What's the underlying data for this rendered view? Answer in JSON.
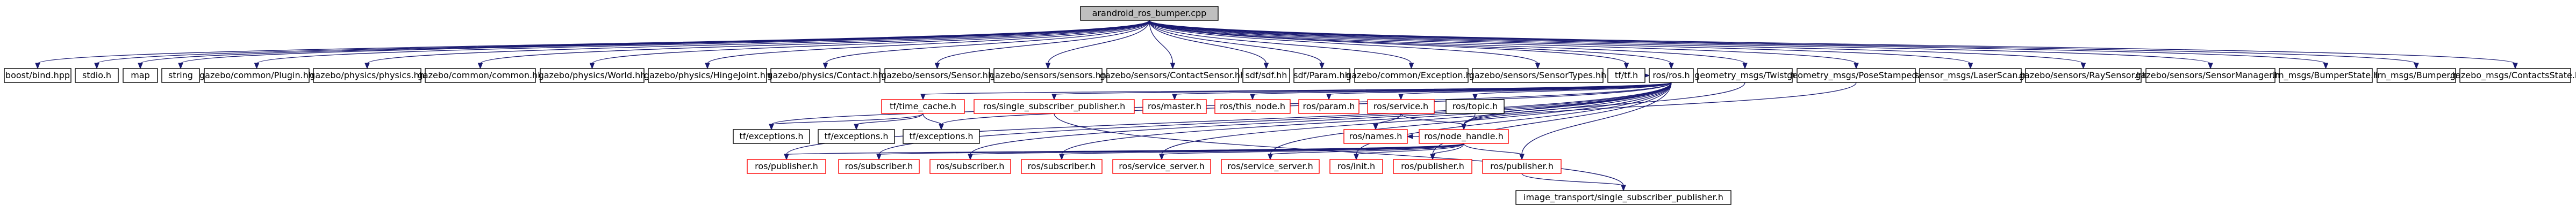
{
  "colors": {
    "edge": "#191970",
    "node_fill": "#ffffff",
    "root_fill": "#bfbfbf",
    "border_black": "#000000",
    "border_red": "#ff0000",
    "text": "#000000"
  },
  "nodes": [
    {
      "id": "root",
      "label": "arandroid_ros_bumper.cpp",
      "root": true
    },
    {
      "id": "boost_bind",
      "label": "boost/bind.hpp",
      "border": "black"
    },
    {
      "id": "stdio",
      "label": "stdio.h",
      "border": "black"
    },
    {
      "id": "map",
      "label": "map",
      "border": "black"
    },
    {
      "id": "string",
      "label": "string",
      "border": "black"
    },
    {
      "id": "gz_plugin",
      "label": "gazebo/common/Plugin.hh",
      "border": "black"
    },
    {
      "id": "gz_physics",
      "label": "gazebo/physics/physics.hh",
      "border": "black"
    },
    {
      "id": "gz_common",
      "label": "gazebo/common/common.hh",
      "border": "black"
    },
    {
      "id": "gz_world",
      "label": "gazebo/physics/World.hh",
      "border": "black"
    },
    {
      "id": "gz_hinge",
      "label": "gazebo/physics/HingeJoint.hh",
      "border": "black"
    },
    {
      "id": "gz_contact",
      "label": "gazebo/physics/Contact.hh",
      "border": "black"
    },
    {
      "id": "gz_sensor",
      "label": "gazebo/sensors/Sensor.hh",
      "border": "black"
    },
    {
      "id": "gz_sensors",
      "label": "gazebo/sensors/sensors.hh",
      "border": "black"
    },
    {
      "id": "gz_contactsensor",
      "label": "gazebo/sensors/ContactSensor.hh",
      "border": "black"
    },
    {
      "id": "sdf",
      "label": "sdf/sdf.hh",
      "border": "black"
    },
    {
      "id": "sdf_param",
      "label": "sdf/Param.hh",
      "border": "black"
    },
    {
      "id": "gz_exception",
      "label": "gazebo/common/Exception.hh",
      "border": "black"
    },
    {
      "id": "gz_sensortypes",
      "label": "gazebo/sensors/SensorTypes.hh",
      "border": "black"
    },
    {
      "id": "tf",
      "label": "tf/tf.h",
      "border": "black"
    },
    {
      "id": "ros_ros",
      "label": "ros/ros.h",
      "border": "black"
    },
    {
      "id": "geo_twist",
      "label": "geometry_msgs/Twist.h",
      "border": "black"
    },
    {
      "id": "geo_pose",
      "label": "geometry_msgs/PoseStamped.h",
      "border": "black"
    },
    {
      "id": "laserscan",
      "label": "sensor_msgs/LaserScan.h",
      "border": "black"
    },
    {
      "id": "gz_raysensor",
      "label": "gazebo/sensors/RaySensor.hh",
      "border": "black"
    },
    {
      "id": "gz_sensormanager",
      "label": "gazebo/sensors/SensorManager.hh",
      "border": "black"
    },
    {
      "id": "bumperstate",
      "label": "irn_msgs/BumperState.h",
      "border": "black"
    },
    {
      "id": "bumper",
      "label": "irn_msgs/Bumper.h",
      "border": "black"
    },
    {
      "id": "contactsstate",
      "label": "gazebo_msgs/ContactsState.h",
      "border": "black"
    },
    {
      "id": "tf_timecache",
      "label": "tf/time_cache.h",
      "border": "red"
    },
    {
      "id": "ros_singlesub",
      "label": "ros/single_subscriber_publisher.h",
      "border": "red"
    },
    {
      "id": "ros_master",
      "label": "ros/master.h",
      "border": "red"
    },
    {
      "id": "ros_thisnode",
      "label": "ros/this_node.h",
      "border": "red"
    },
    {
      "id": "ros_param",
      "label": "ros/param.h",
      "border": "red"
    },
    {
      "id": "ros_service",
      "label": "ros/service.h",
      "border": "red"
    },
    {
      "id": "ros_topic",
      "label": "ros/topic.h",
      "border": "black"
    },
    {
      "id": "tf_exc1",
      "label": "tf/exceptions.h",
      "border": "black"
    },
    {
      "id": "tf_exc2",
      "label": "tf/exceptions.h",
      "border": "black"
    },
    {
      "id": "tf_exc3",
      "label": "tf/exceptions.h",
      "border": "black"
    },
    {
      "id": "ros_names",
      "label": "ros/names.h",
      "border": "red"
    },
    {
      "id": "ros_nodehandle",
      "label": "ros/node_handle.h",
      "border": "red"
    },
    {
      "id": "pub1",
      "label": "ros/publisher.h",
      "border": "red"
    },
    {
      "id": "sub1",
      "label": "ros/subscriber.h",
      "border": "red"
    },
    {
      "id": "sub2",
      "label": "ros/subscriber.h",
      "border": "red"
    },
    {
      "id": "sub3",
      "label": "ros/subscriber.h",
      "border": "red"
    },
    {
      "id": "svcserver1",
      "label": "ros/service_server.h",
      "border": "red"
    },
    {
      "id": "svcserver2",
      "label": "ros/service_server.h",
      "border": "red"
    },
    {
      "id": "ros_init",
      "label": "ros/init.h",
      "border": "red"
    },
    {
      "id": "pub2",
      "label": "ros/publisher.h",
      "border": "red"
    },
    {
      "id": "pub3",
      "label": "ros/publisher.h",
      "border": "red"
    },
    {
      "id": "imgtransport",
      "label": "image_transport/single_subscriber_publisher.h",
      "border": "black"
    }
  ],
  "edges": [
    [
      "root",
      "boost_bind"
    ],
    [
      "root",
      "stdio"
    ],
    [
      "root",
      "map"
    ],
    [
      "root",
      "string"
    ],
    [
      "root",
      "gz_plugin"
    ],
    [
      "root",
      "gz_physics"
    ],
    [
      "root",
      "gz_common"
    ],
    [
      "root",
      "gz_world"
    ],
    [
      "root",
      "gz_hinge"
    ],
    [
      "root",
      "gz_contact"
    ],
    [
      "root",
      "gz_sensor"
    ],
    [
      "root",
      "gz_sensors"
    ],
    [
      "root",
      "gz_contactsensor"
    ],
    [
      "root",
      "sdf"
    ],
    [
      "root",
      "sdf_param"
    ],
    [
      "root",
      "gz_exception"
    ],
    [
      "root",
      "gz_sensortypes"
    ],
    [
      "root",
      "tf"
    ],
    [
      "root",
      "ros_ros"
    ],
    [
      "root",
      "geo_twist"
    ],
    [
      "root",
      "geo_pose"
    ],
    [
      "root",
      "laserscan"
    ],
    [
      "root",
      "gz_raysensor"
    ],
    [
      "root",
      "gz_sensormanager"
    ],
    [
      "root",
      "bumperstate"
    ],
    [
      "root",
      "bumper"
    ],
    [
      "root",
      "contactsstate"
    ],
    [
      "tf",
      "ros_ros"
    ],
    [
      "ros_ros",
      "tf_timecache"
    ],
    [
      "ros_ros",
      "ros_singlesub"
    ],
    [
      "ros_ros",
      "ros_master"
    ],
    [
      "ros_ros",
      "ros_thisnode"
    ],
    [
      "ros_ros",
      "ros_param"
    ],
    [
      "ros_ros",
      "ros_service"
    ],
    [
      "ros_ros",
      "ros_topic"
    ],
    [
      "ros_ros",
      "ros_nodehandle"
    ],
    [
      "ros_ros",
      "tf_exc1"
    ],
    [
      "ros_ros",
      "tf_exc3"
    ],
    [
      "ros_ros",
      "pub1"
    ],
    [
      "ros_ros",
      "sub1"
    ],
    [
      "ros_ros",
      "sub2"
    ],
    [
      "ros_ros",
      "sub3"
    ],
    [
      "ros_ros",
      "svcserver1"
    ],
    [
      "ros_ros",
      "svcserver2"
    ],
    [
      "ros_ros",
      "ros_init"
    ],
    [
      "ros_ros",
      "pub2"
    ],
    [
      "ros_ros",
      "pub3"
    ],
    [
      "tf_timecache",
      "tf_exc1"
    ],
    [
      "tf_timecache",
      "tf_exc2"
    ],
    [
      "tf_timecache",
      "tf_exc3"
    ],
    [
      "ros_service",
      "ros_names"
    ],
    [
      "ros_service",
      "ros_nodehandle"
    ],
    [
      "ros_topic",
      "ros_nodehandle"
    ],
    [
      "ros_nodehandle",
      "ros_names"
    ],
    [
      "ros_nodehandle",
      "pub1"
    ],
    [
      "ros_nodehandle",
      "sub1"
    ],
    [
      "ros_nodehandle",
      "sub2"
    ],
    [
      "ros_nodehandle",
      "sub3"
    ],
    [
      "ros_nodehandle",
      "svcserver1"
    ],
    [
      "ros_nodehandle",
      "svcserver2"
    ],
    [
      "ros_nodehandle",
      "ros_init"
    ],
    [
      "ros_nodehandle",
      "pub2"
    ],
    [
      "ros_nodehandle",
      "pub3"
    ],
    [
      "geo_pose",
      "ros_nodehandle"
    ],
    [
      "geo_twist",
      "ros_nodehandle"
    ],
    [
      "pub3",
      "imgtransport"
    ],
    [
      "ros_singlesub",
      "imgtransport"
    ]
  ]
}
